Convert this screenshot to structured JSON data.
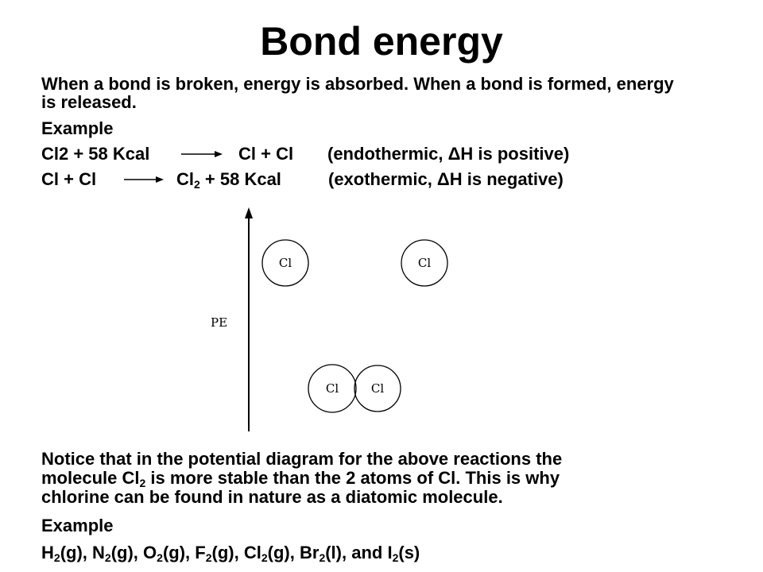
{
  "title": "Bond energy",
  "intro": "When a bond is broken, energy is absorbed. When a bond is formed, energy is released.",
  "example_label_1": "Example",
  "reaction1": {
    "left": "Cl2 + 58 Kcal",
    "right": "Cl + Cl",
    "note": "(endothermic, ΔH is positive)"
  },
  "reaction2": {
    "left": "Cl + Cl",
    "right_pre": "Cl",
    "right_sub": "2",
    "right_post": " + 58 Kcal",
    "note": "(exothermic, ΔH is negative)"
  },
  "diagram": {
    "axis_label": "PE",
    "atom_label": "Cl"
  },
  "notice": {
    "line1": "Notice that in the potential diagram for the above reactions the",
    "line2_pre": "molecule Cl",
    "line2_sub": "2",
    "line2_post": " is more stable than the 2 atoms of Cl. This is why",
    "line3": "chlorine can be found in nature as a diatomic molecule."
  },
  "example_label_2": "Example",
  "species": [
    {
      "pre": "H",
      "sub": "2",
      "post": "(g), "
    },
    {
      "pre": "N",
      "sub": "2",
      "post": "(g), "
    },
    {
      "pre": "O",
      "sub": "2",
      "post": "(g), "
    },
    {
      "pre": "F",
      "sub": "2",
      "post": "(g), "
    },
    {
      "pre": "Cl",
      "sub": "2",
      "post": "(g), "
    },
    {
      "pre": "Br",
      "sub": "2",
      "post": "(l), and "
    },
    {
      "pre": "I",
      "sub": "2",
      "post": "(s)"
    }
  ]
}
